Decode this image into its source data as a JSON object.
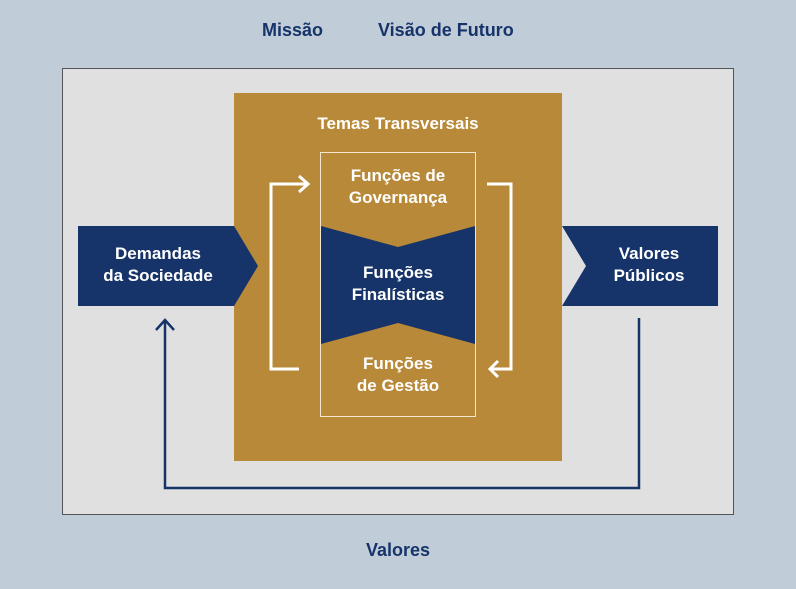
{
  "top_labels": {
    "missao": "Missão",
    "visao": "Visão de Futuro"
  },
  "bottom_label": "Valores",
  "temas": "Temas Transversais",
  "governanca": {
    "line1": "Funções de",
    "line2": "Governança"
  },
  "finalisticas": {
    "line1": "Funções",
    "line2": "Finalísticas"
  },
  "gestao": {
    "line1": "Funções",
    "line2": "de Gestão"
  },
  "demandas": {
    "line1": "Demandas",
    "line2": "da Sociedade"
  },
  "publicos": {
    "line1": "Valores",
    "line2": "Públicos"
  },
  "colors": {
    "background": "#c0ccd8",
    "frame": "#e0e0e0",
    "gold": "#b88938",
    "navy": "#16346a"
  }
}
